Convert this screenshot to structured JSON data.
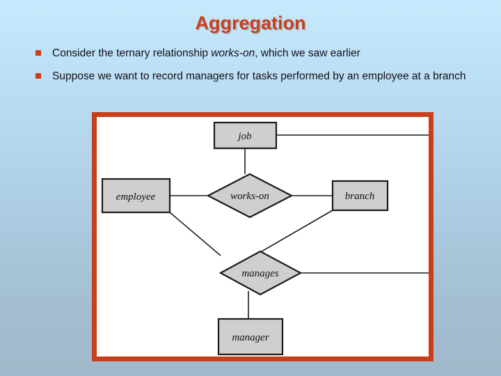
{
  "slide": {
    "title": "Aggregation",
    "title_color": "#c8401b",
    "background_top_color": "#c8e9fc",
    "background_bottom_color": "#a0b9cb"
  },
  "bullets": [
    {
      "marker": "square-bullet",
      "text_before": "Consider the ternary relationship ",
      "emphasis": "works-on",
      "text_after": ", which we saw earlier"
    },
    {
      "marker": "square-bullet",
      "text_before": "Suppose we want to record managers for tasks performed by an employee at a branch",
      "emphasis": "",
      "text_after": ""
    }
  ],
  "diagram": {
    "frame_color": "#c8401b",
    "canvas_color": "#ffffff",
    "shape_fill": "#d0cece",
    "shape_stroke": "#1a1a1a",
    "entities": [
      {
        "id": "job",
        "label": "job",
        "type": "entity-rectangle"
      },
      {
        "id": "employee",
        "label": "employee",
        "type": "entity-rectangle"
      },
      {
        "id": "branch",
        "label": "branch",
        "type": "entity-rectangle"
      },
      {
        "id": "manager",
        "label": "manager",
        "type": "entity-rectangle"
      }
    ],
    "relationships": [
      {
        "id": "works-on",
        "label": "works-on",
        "type": "relationship-diamond"
      },
      {
        "id": "manages",
        "label": "manages",
        "type": "relationship-diamond"
      }
    ],
    "connections": [
      {
        "from": "job",
        "to": "works-on"
      },
      {
        "from": "employee",
        "to": "works-on"
      },
      {
        "from": "branch",
        "to": "works-on"
      },
      {
        "from": "job",
        "to": "frame-right-edge"
      },
      {
        "from": "employee",
        "to": "manages"
      },
      {
        "from": "branch",
        "to": "manages"
      },
      {
        "from": "manages",
        "to": "frame-right-edge"
      },
      {
        "from": "manages",
        "to": "manager"
      }
    ]
  }
}
